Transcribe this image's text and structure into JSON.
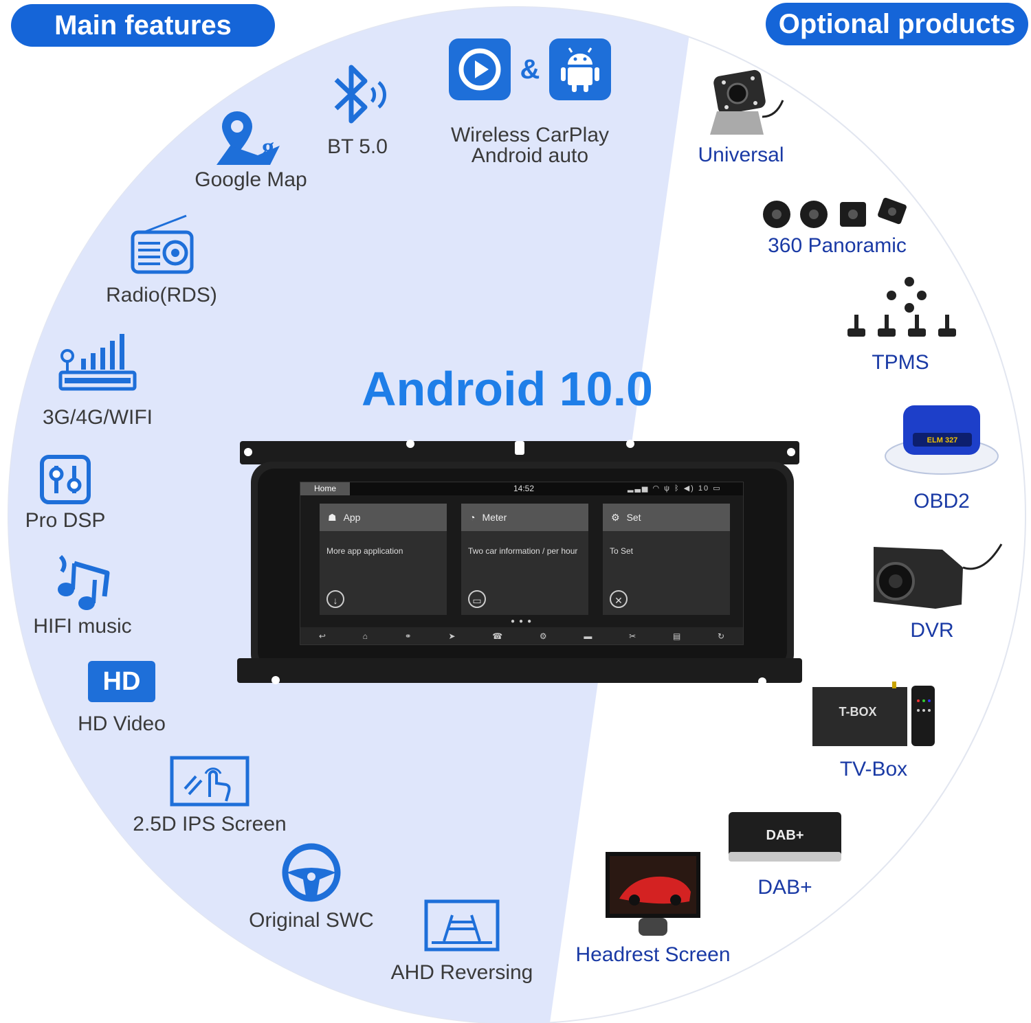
{
  "headers": {
    "main_features": "Main features",
    "optional_products": "Optional products"
  },
  "title": "Android 10.0",
  "features": {
    "google_map": "Google Map",
    "bt": "BT 5.0",
    "carplay_line1": "Wireless CarPlay",
    "carplay_line2": "Android auto",
    "ampersand": "&",
    "radio": "Radio(RDS)",
    "network": "3G/4G/WIFI",
    "dsp": "Pro DSP",
    "hifi": "HIFI music",
    "hd_badge": "HD",
    "hd": "HD Video",
    "ips": "2.5D IPS Screen",
    "swc": "Original SWC",
    "ahd": "AHD Reversing"
  },
  "optional": {
    "universal": "Universal",
    "panoramic": "360 Panoramic",
    "tpms": "TPMS",
    "obd2": "OBD2",
    "obd_device_label": "ELM 327",
    "dvr": "DVR",
    "tvbox": "TV-Box",
    "tvbox_device_label": "T-BOX",
    "dab": "DAB+",
    "dab_device_label": "DAB+",
    "headrest": "Headrest Screen"
  },
  "screen": {
    "home_tab": "Home",
    "time": "14:52",
    "volume": "10",
    "tiles": [
      {
        "title": "App",
        "desc": "More app application"
      },
      {
        "title": "Meter",
        "desc": "Two car information / per hour"
      },
      {
        "title": "Set",
        "desc": "To Set"
      }
    ]
  },
  "colors": {
    "pill_blue": "#1565d8",
    "feature_icon_blue": "#1e6fd9",
    "title_blue": "#1e7ee8",
    "optional_text": "#1a3aa5",
    "light_zone": "#dfe6fb"
  }
}
